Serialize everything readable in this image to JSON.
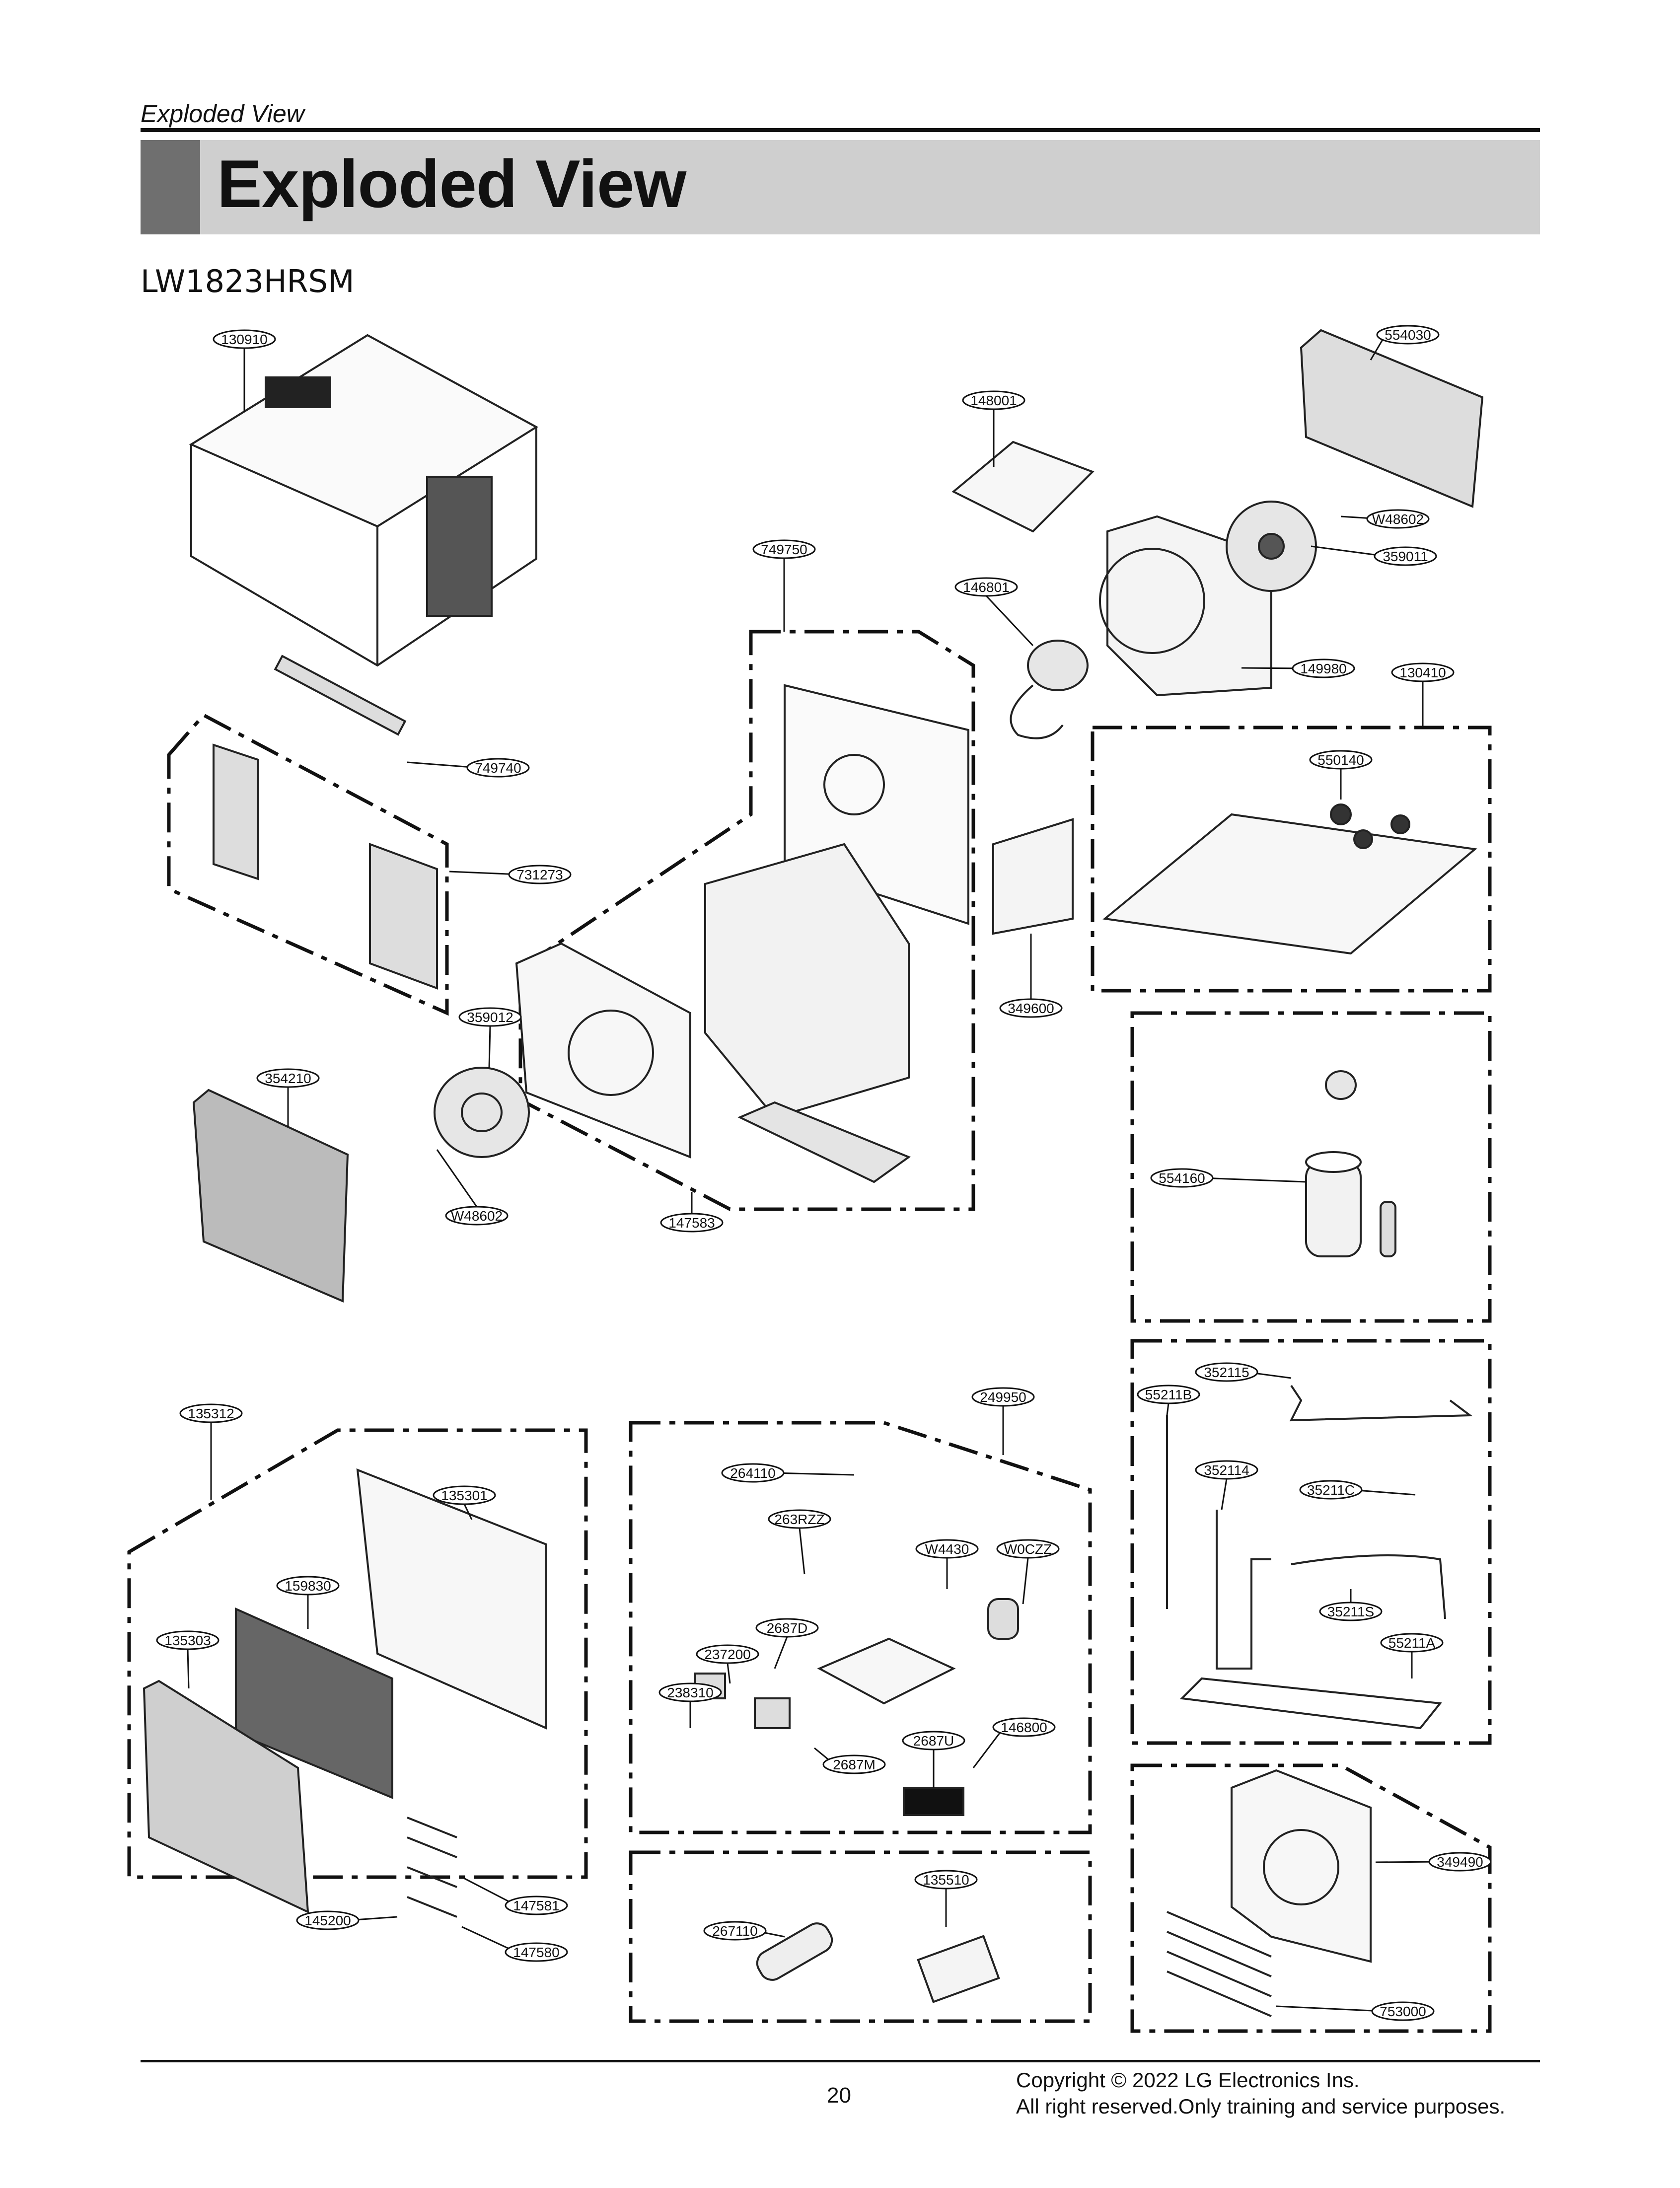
{
  "header": {
    "section": "Exploded View",
    "title": "Exploded View",
    "model": "LW1823HRSM"
  },
  "parts": [
    {
      "id": "p130910",
      "label": "130910"
    },
    {
      "id": "p554030",
      "label": "554030"
    },
    {
      "id": "p148001",
      "label": "148001"
    },
    {
      "id": "pW48602a",
      "label": "W48602"
    },
    {
      "id": "p359011",
      "label": "359011"
    },
    {
      "id": "p749750",
      "label": "749750"
    },
    {
      "id": "p146801",
      "label": "146801"
    },
    {
      "id": "p149980",
      "label": "149980"
    },
    {
      "id": "p130410",
      "label": "130410"
    },
    {
      "id": "p749740",
      "label": "749740"
    },
    {
      "id": "p550140",
      "label": "550140"
    },
    {
      "id": "p731273",
      "label": "731273"
    },
    {
      "id": "p349600",
      "label": "349600"
    },
    {
      "id": "p359012",
      "label": "359012"
    },
    {
      "id": "p354210",
      "label": "354210"
    },
    {
      "id": "p554160",
      "label": "554160"
    },
    {
      "id": "pW48602b",
      "label": "W48602"
    },
    {
      "id": "p147583",
      "label": "147583"
    },
    {
      "id": "p352115",
      "label": "352115"
    },
    {
      "id": "p249950",
      "label": "249950"
    },
    {
      "id": "p55211B",
      "label": "55211B"
    },
    {
      "id": "p135312",
      "label": "135312"
    },
    {
      "id": "p264110",
      "label": "264110"
    },
    {
      "id": "p352114",
      "label": "352114"
    },
    {
      "id": "p135301",
      "label": "135301"
    },
    {
      "id": "p35211C",
      "label": "35211C"
    },
    {
      "id": "p263RZZ",
      "label": "263RZZ"
    },
    {
      "id": "pW4430",
      "label": "W4430"
    },
    {
      "id": "pW0CZZ",
      "label": "W0CZZ"
    },
    {
      "id": "p159830",
      "label": "159830"
    },
    {
      "id": "p35211S",
      "label": "35211S"
    },
    {
      "id": "p2687D",
      "label": "2687D"
    },
    {
      "id": "p135303",
      "label": "135303"
    },
    {
      "id": "p237200",
      "label": "237200"
    },
    {
      "id": "p55211A",
      "label": "55211A"
    },
    {
      "id": "p238310",
      "label": "238310"
    },
    {
      "id": "p146800",
      "label": "146800"
    },
    {
      "id": "p2687U",
      "label": "2687U"
    },
    {
      "id": "p2687M",
      "label": "2687M"
    },
    {
      "id": "p135510",
      "label": "135510"
    },
    {
      "id": "p349490",
      "label": "349490"
    },
    {
      "id": "p147581",
      "label": "147581"
    },
    {
      "id": "p267110",
      "label": "267110"
    },
    {
      "id": "p145200",
      "label": "145200"
    },
    {
      "id": "p147580",
      "label": "147580"
    },
    {
      "id": "p753000",
      "label": "753000"
    }
  ],
  "footer": {
    "page_number": "20",
    "copyright_line1": "Copyright © 2022 LG Electronics Ins.",
    "copyright_line2": "All right reserved.Only training and service purposes."
  }
}
